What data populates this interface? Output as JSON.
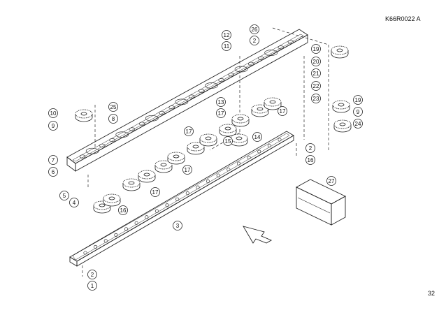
{
  "header": {
    "reference_code": "K66R0022 A"
  },
  "footer": {
    "page_number": "32"
  },
  "callouts": [
    {
      "label": "26"
    },
    {
      "label": "12"
    },
    {
      "label": "2"
    },
    {
      "label": "11"
    },
    {
      "label": "19"
    },
    {
      "label": "20"
    },
    {
      "label": "21"
    },
    {
      "label": "22"
    },
    {
      "label": "23"
    },
    {
      "label": "19"
    },
    {
      "label": "9"
    },
    {
      "label": "24"
    },
    {
      "label": "25"
    },
    {
      "label": "10"
    },
    {
      "label": "8"
    },
    {
      "label": "9"
    },
    {
      "label": "13"
    },
    {
      "label": "17"
    },
    {
      "label": "17"
    },
    {
      "label": "17"
    },
    {
      "label": "14"
    },
    {
      "label": "15"
    },
    {
      "label": "7"
    },
    {
      "label": "6"
    },
    {
      "label": "2"
    },
    {
      "label": "16"
    },
    {
      "label": "17"
    },
    {
      "label": "17"
    },
    {
      "label": "5"
    },
    {
      "label": "4"
    },
    {
      "label": "16"
    },
    {
      "label": "27"
    },
    {
      "label": "3"
    },
    {
      "label": "2"
    },
    {
      "label": "1"
    }
  ]
}
